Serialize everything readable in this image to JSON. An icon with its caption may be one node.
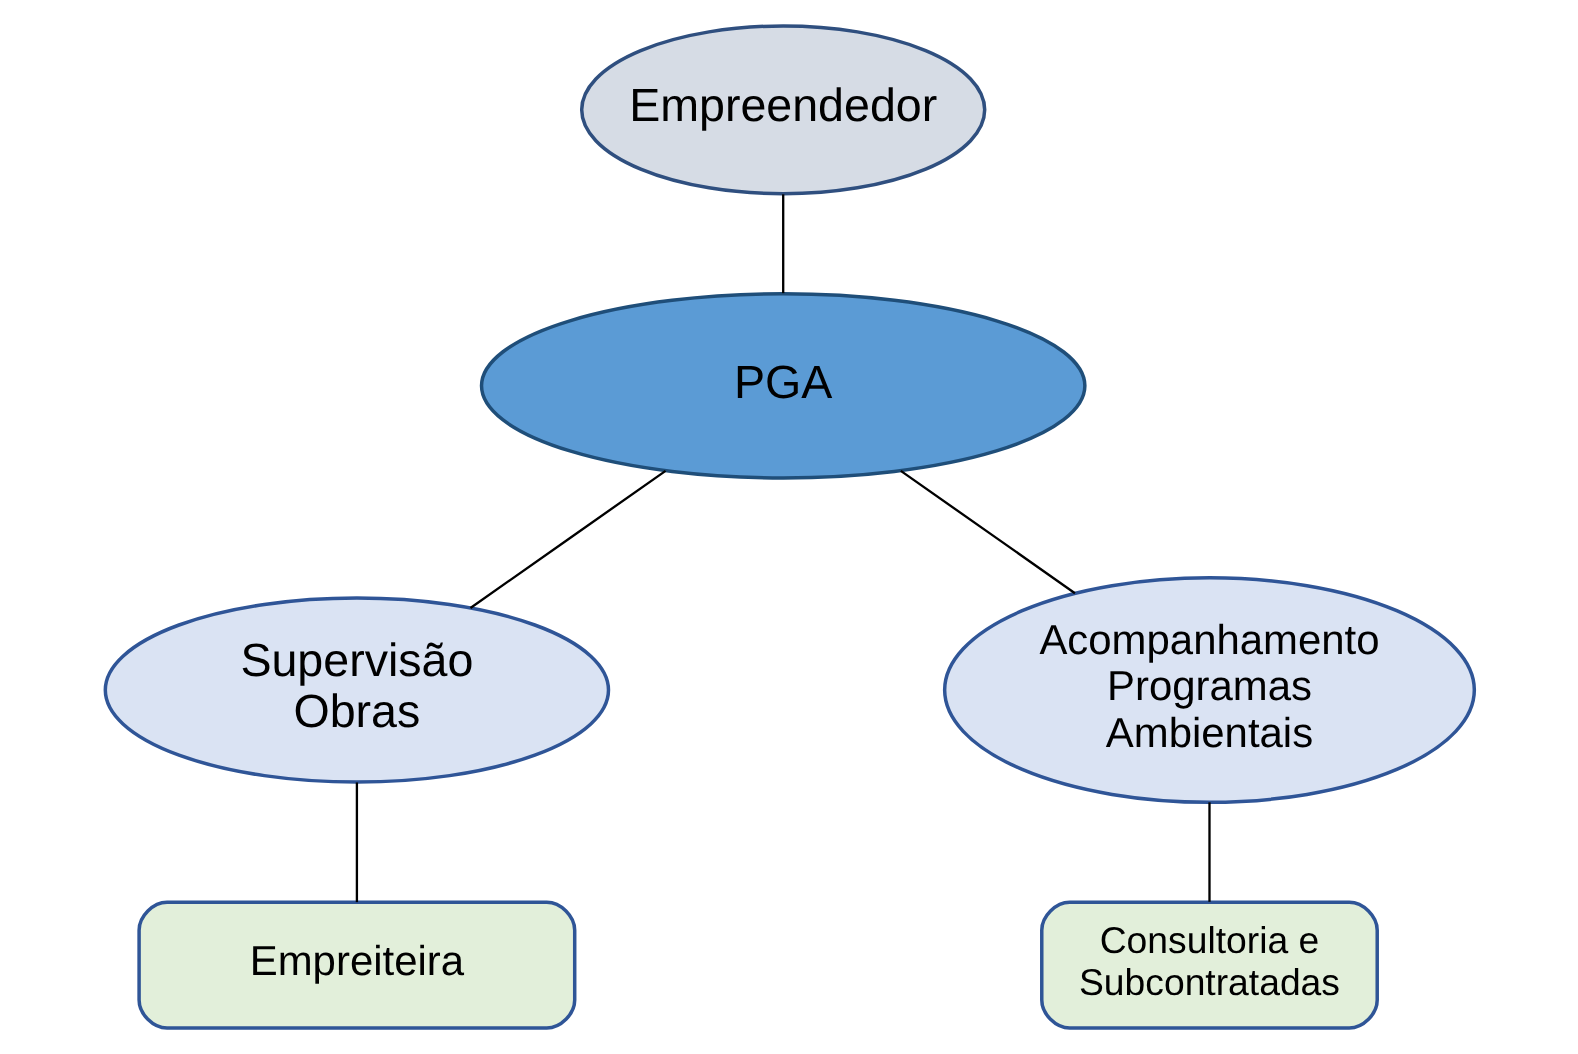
{
  "diagram": {
    "nodes": [
      {
        "text": [
          "Empreendedor"
        ]
      },
      {
        "text": [
          "PGA"
        ]
      },
      {
        "text": [
          "Supervisão Obras"
        ]
      },
      {
        "text": [
          "Acompanhamento Programas Ambientais"
        ]
      },
      {
        "text": [
          "Empreiteira"
        ]
      },
      {
        "text": [
          "Consultoria e Subcontratadas"
        ]
      }
    ],
    "edges": [
      {
        "from": 0,
        "to": 1,
        "arrow": "none"
      },
      {
        "from": 1,
        "to": 2,
        "arrow": "none"
      },
      {
        "from": 1,
        "to": 3,
        "arrow": "none"
      },
      {
        "from": 2,
        "to": 4,
        "arrow": "none"
      },
      {
        "from": 3,
        "to": 5,
        "arrow": "none"
      }
    ]
  }
}
